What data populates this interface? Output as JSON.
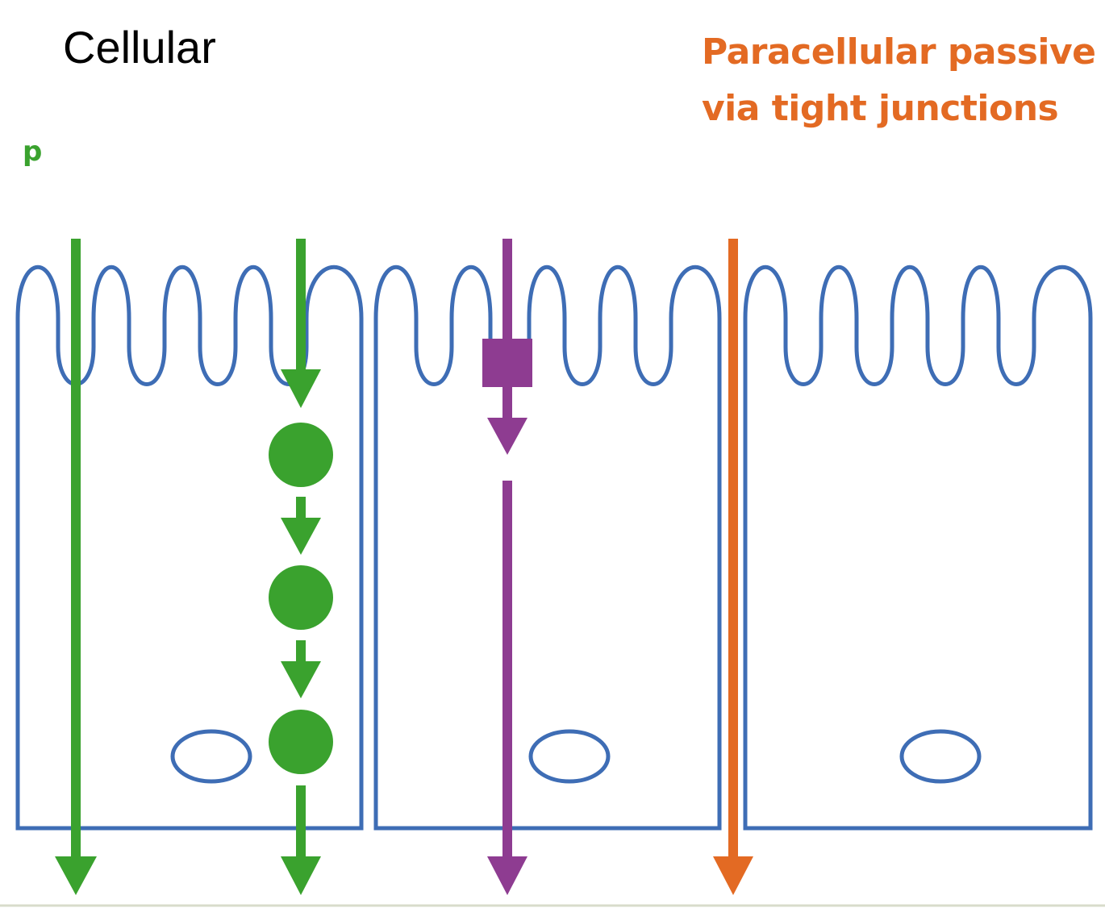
{
  "title": "Cellular",
  "paracellular_label": {
    "line1": "Paracellular passive",
    "line2": "via tight junctions"
  },
  "green_label": "p",
  "colors": {
    "cell_outline": "#3e6db5",
    "green_pathway": "#3aa22e",
    "purple_pathway": "#8e3c91",
    "orange_pathway": "#e36a23",
    "title_text": "#000000"
  }
}
